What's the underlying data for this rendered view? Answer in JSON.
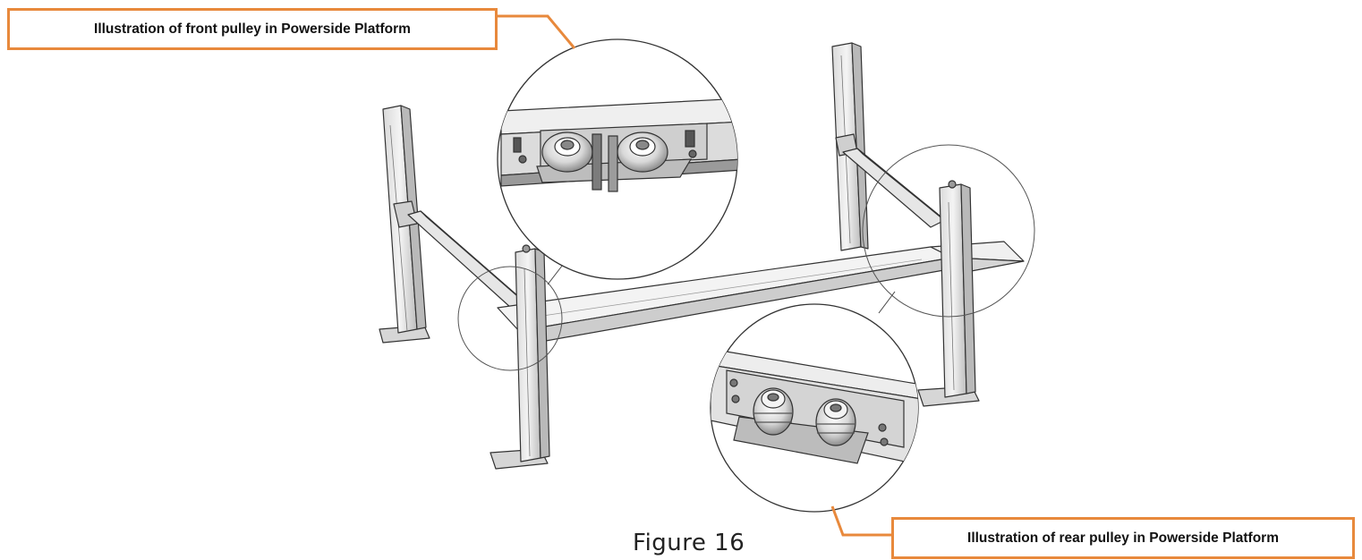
{
  "callouts": {
    "front": "Illustration of front pulley in Powerside Platform",
    "rear": "Illustration of rear pulley in Powerside Platform"
  },
  "caption": "Figure 16",
  "colors": {
    "callout_border": "#e8893c",
    "line": "#333333",
    "metal_light": "#efefef",
    "metal_mid": "#cfcfcf",
    "metal_dark": "#8a8a8a"
  },
  "icons": [
    "front-pulley-icon",
    "rear-pulley-icon"
  ]
}
